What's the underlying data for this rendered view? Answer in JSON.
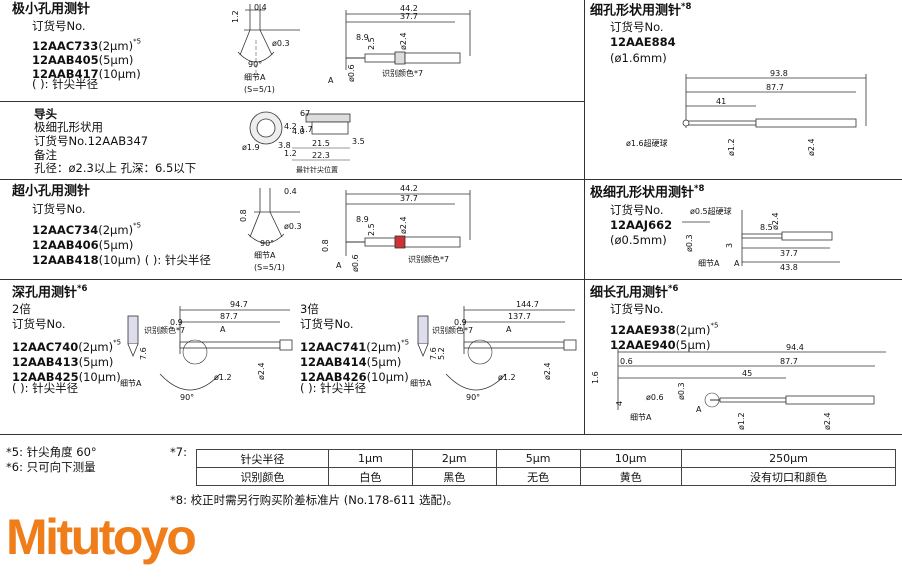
{
  "s1": {
    "title": "极小孔用测针",
    "order": "订货号No.",
    "codes": [
      "12AAC733",
      "12AAB405",
      "12AAB417"
    ],
    "tols": [
      "(2μm)",
      "(5μm)",
      "(10μm)"
    ],
    "sup": "*5",
    "note": "(   ): 针尖半径",
    "dims": {
      "d44": "44.2",
      "d37": "37.7",
      "d04": "0.4",
      "d12": "1.2",
      "d03": "ø0.3",
      "d89": "8.9",
      "d25": "2.5",
      "d24": "ø2.4",
      "d06": "ø0.6",
      "d90": "90°",
      "dA": "A",
      "detail": "细节A",
      "scale": "(S=5/1)",
      "color": "识别颜色*7"
    }
  },
  "guide": {
    "title": "导头",
    "l1": "极细孔形状用",
    "l2": "订货号No.12AAB347",
    "l3": "备注",
    "l4": "孔径：ø2.3以上   孔深：6.5以下",
    "dims": {
      "a": "67",
      "b": "4.2",
      "c": "1.7",
      "d": "ø1.9",
      "e": "1.2",
      "f": "3.8",
      "g": "21.5",
      "h": "22.3",
      "i": "3.5",
      "j": "4.0",
      "k": "最针针尖位置"
    }
  },
  "s2": {
    "title": "超小孔用测针",
    "order": "订货号No.",
    "codes": [
      "12AAC734",
      "12AAB406",
      "12AAB418"
    ],
    "tols": [
      "(2μm)",
      "(5μm)",
      "(10μm)"
    ],
    "sup": "*5",
    "note": "(   ): 针尖半径",
    "dims": {
      "d44": "44.2",
      "d37": "37.7",
      "d04": "0.4",
      "d08": "0.8",
      "d03": "ø0.3",
      "d89": "8.9",
      "d25": "2.5",
      "d24": "ø2.4",
      "d06": "ø0.6",
      "d90": "90°",
      "dA": "A",
      "detail": "细节A",
      "scale": "(S=5/1)",
      "color": "识别颜色*7"
    }
  },
  "s3": {
    "title": "深孔用测针",
    "sup": "*6",
    "left": {
      "mult": "2倍",
      "order": "订货号No.",
      "codes": [
        "12AAC740",
        "12AAB413",
        "12AAB425"
      ],
      "tols": [
        "(2μm)",
        "(5μm)",
        "(10μm)"
      ],
      "note": "(   ): 针尖半径",
      "dims": {
        "d947": "94.7",
        "d877": "87.7",
        "d09": "0.9",
        "d76": "7.6",
        "d12": "ø1.2",
        "d24": "ø2.4",
        "d90": "90°",
        "color": "识别颜色*7",
        "detail": "细节A",
        "dA": "A"
      }
    },
    "right": {
      "mult": "3倍",
      "order": "订货号No.",
      "codes": [
        "12AAC741",
        "12AAB414",
        "12AAB426"
      ],
      "tols": [
        "(2μm)",
        "(5μm)",
        "(10μm)"
      ],
      "note": "(   ): 针尖半径",
      "dims": {
        "d1447": "144.7",
        "d1377": "137.7",
        "d09": "0.9",
        "d76": "7.6",
        "d52": "5.2",
        "d12": "ø1.2",
        "d24": "ø2.4",
        "d90": "90°",
        "color": "识别颜色*7",
        "detail": "细节A",
        "dA": "A"
      }
    }
  },
  "r1": {
    "title": "细孔形状用测针",
    "sup": "*8",
    "order": "订货号No.",
    "code": "12AAE884",
    "dia": "(ø1.6mm)",
    "dims": {
      "d938": "93.8",
      "d877": "87.7",
      "d41": "41",
      "d16": "ø1.6超硬球",
      "d12": "ø1.2",
      "d24": "ø2.4"
    }
  },
  "r2": {
    "title": "极细孔形状用测针",
    "sup": "*8",
    "order": "订货号No.",
    "code": "12AAJ662",
    "dia": "(ø0.5mm)",
    "dims": {
      "ball": "ø0.5超硬球",
      "d03": "ø0.3",
      "d3": "3",
      "d85": "8.5",
      "d24": "ø2.4",
      "d377": "37.7",
      "d438": "43.8",
      "detail": "细节A",
      "dA": "A"
    }
  },
  "r3": {
    "title": "细长孔用测针",
    "sup": "*6",
    "order": "订货号No.",
    "codes": [
      "12AAE938",
      "12AAE940"
    ],
    "tols": [
      "(2μm)",
      "(5μm)"
    ],
    "supc": "*5",
    "dims": {
      "d944": "94.4",
      "d877": "87.7",
      "d06": "0.6",
      "d45": "45",
      "d16": "1.6",
      "d4": "4",
      "d03": "ø0.3",
      "d066": "ø0.6",
      "d12": "ø1.2",
      "d24": "ø2.4",
      "detail": "细节A",
      "dA": "A"
    }
  },
  "notes": {
    "n5": "*5:  针尖角度 60°",
    "n6": "*6:  只可向下测量",
    "n7": "*7:",
    "n8": "*8:  校正时需另行购买阶差标准片 (No.178-611 选配)。"
  },
  "legend": {
    "headers": [
      "针尖半径",
      "1μm",
      "2μm",
      "5μm",
      "10μm",
      "250μm"
    ],
    "colors": [
      "识别颜色",
      "白色",
      "黑色",
      "无色",
      "黄色",
      "没有切口和颜色"
    ]
  },
  "brand": {
    "logo": "Mitutoyo",
    "color": "#ee7d1a"
  }
}
